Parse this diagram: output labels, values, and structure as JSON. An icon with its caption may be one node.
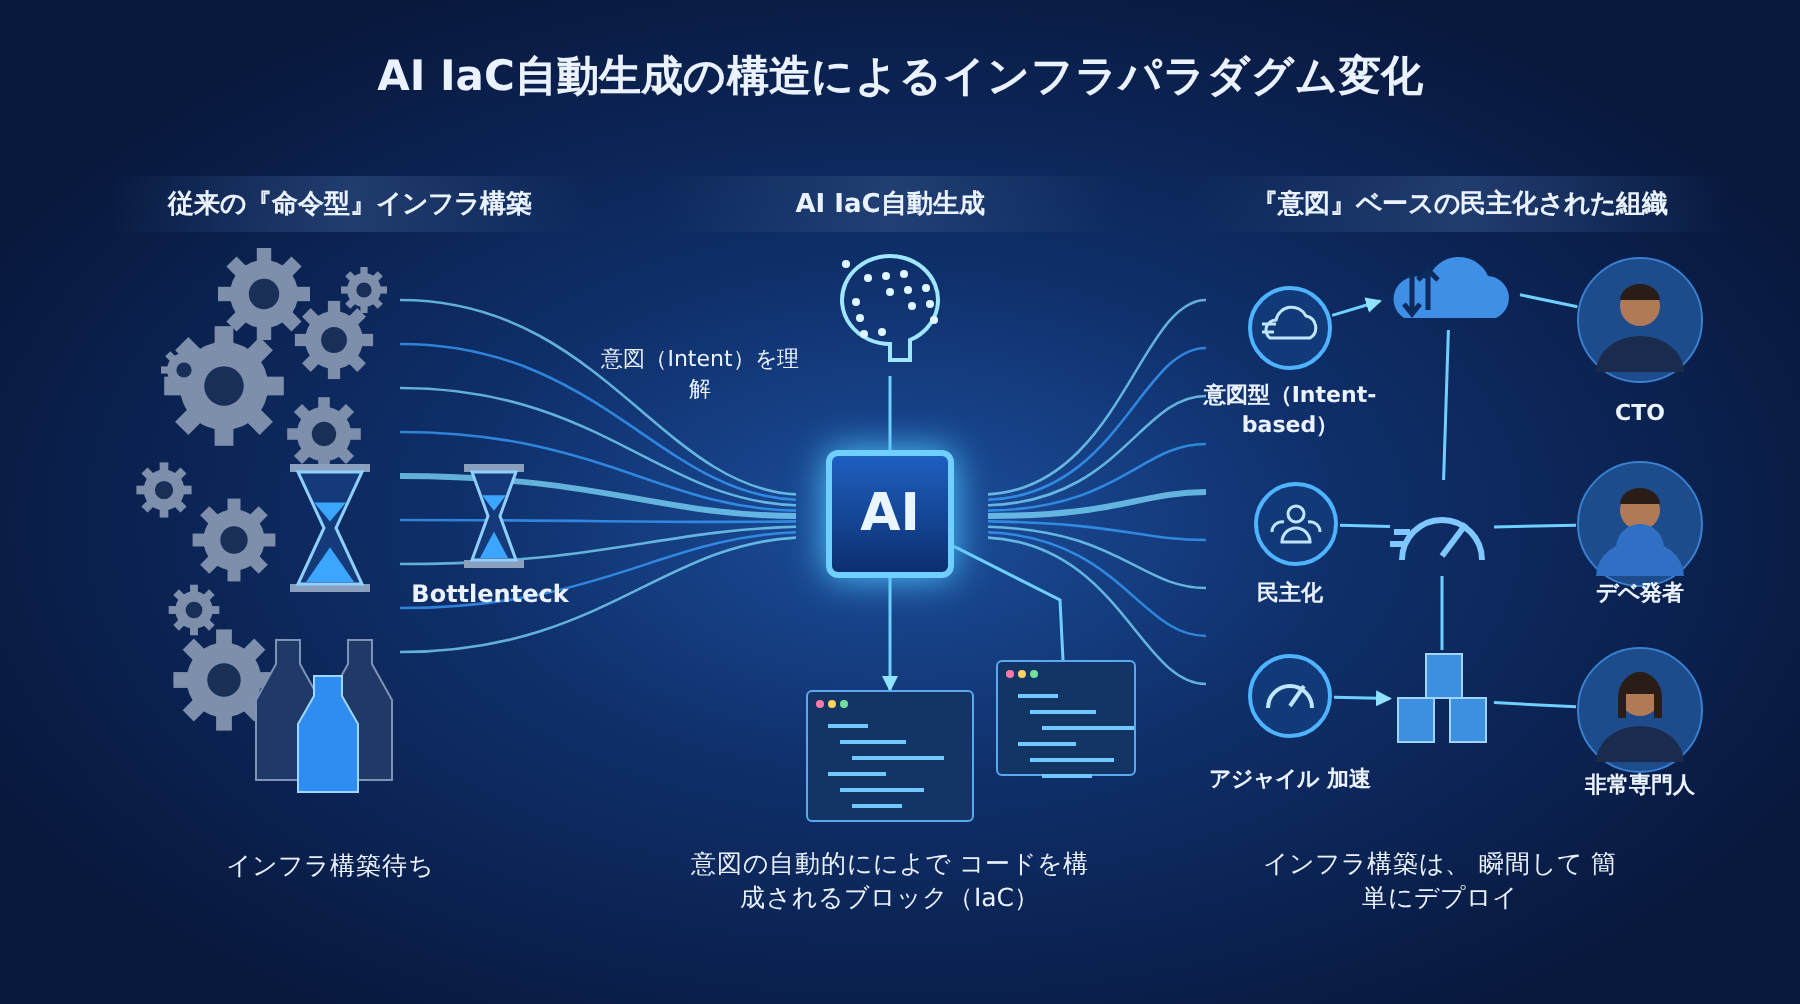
{
  "diagram": {
    "title": "AI IaC自動生成の構造によるインフラパラダグム変化",
    "nodes": [
      {
        "text": [],
        "shape": "picture"
      },
      {
        "text": [
          "AI"
        ]
      },
      {
        "text": [],
        "shape": "box"
      },
      {
        "text": [],
        "shape": "box"
      },
      {
        "text": [],
        "shape": "picture"
      },
      {
        "text": [],
        "shape": "circle",
        "beside": [
          "意図型（Intent-based）"
        ]
      },
      {
        "text": [],
        "shape": "person",
        "beside": [
          "CTO"
        ]
      },
      {
        "text": [],
        "shape": "circle",
        "beside": [
          "民主化"
        ]
      },
      {
        "text": [],
        "shape": "picture"
      },
      {
        "text": [],
        "shape": "person",
        "beside": [
          "デベ発者"
        ]
      },
      {
        "text": [],
        "shape": "circle",
        "beside": [
          "アジャイル 加速"
        ]
      },
      {
        "text": [],
        "shape": "picture"
      },
      {
        "text": [],
        "shape": "person",
        "beside": [
          "非常専門人"
        ]
      }
    ],
    "edges": [
      {
        "from": 0,
        "to": 1,
        "arrow": "none"
      },
      {
        "from": 1,
        "to": 2,
        "arrow": "to"
      },
      {
        "from": 1,
        "to": 3,
        "arrow": "none"
      },
      {
        "from": 5,
        "to": 4,
        "arrow": "to"
      },
      {
        "from": 7,
        "to": 8,
        "arrow": "none"
      },
      {
        "from": 10,
        "to": 11,
        "arrow": "to"
      },
      {
        "from": 4,
        "to": 6,
        "arrow": "none"
      },
      {
        "from": 8,
        "to": 9,
        "arrow": "none"
      },
      {
        "from": 11,
        "to": 12,
        "arrow": "none"
      },
      {
        "from": 4,
        "to": 8,
        "arrow": "none"
      },
      {
        "from": 8,
        "to": 11,
        "arrow": "none"
      }
    ],
    "labels": [
      "従来の『命令型』インフラ構築",
      "AI IaC自動生成",
      "『意図』ベースの民主化された組織",
      "意図（Intent）を理解",
      "Bottlenteck",
      "インフラ構築待ち",
      "意図の自動的にによで コードを構成されるブロック（IaC）",
      "インフラ構築は、 瞬間して 簡単にデプロイ"
    ]
  }
}
